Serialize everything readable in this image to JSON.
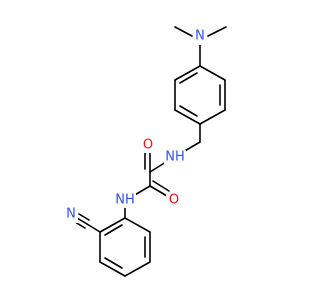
{
  "structure": {
    "colors": {
      "carbon_bond": "#000000",
      "nitrogen": "#3050F8",
      "oxygen": "#FF0D0D",
      "background": "#FFFFFF"
    },
    "labels": {
      "dimethylamino_n": "N",
      "amide_nh_upper": "NH",
      "amide_nh_lower": "NH",
      "carbonyl_o_upper": "O",
      "carbonyl_o_lower": "O",
      "nitrile_n": "N"
    }
  }
}
